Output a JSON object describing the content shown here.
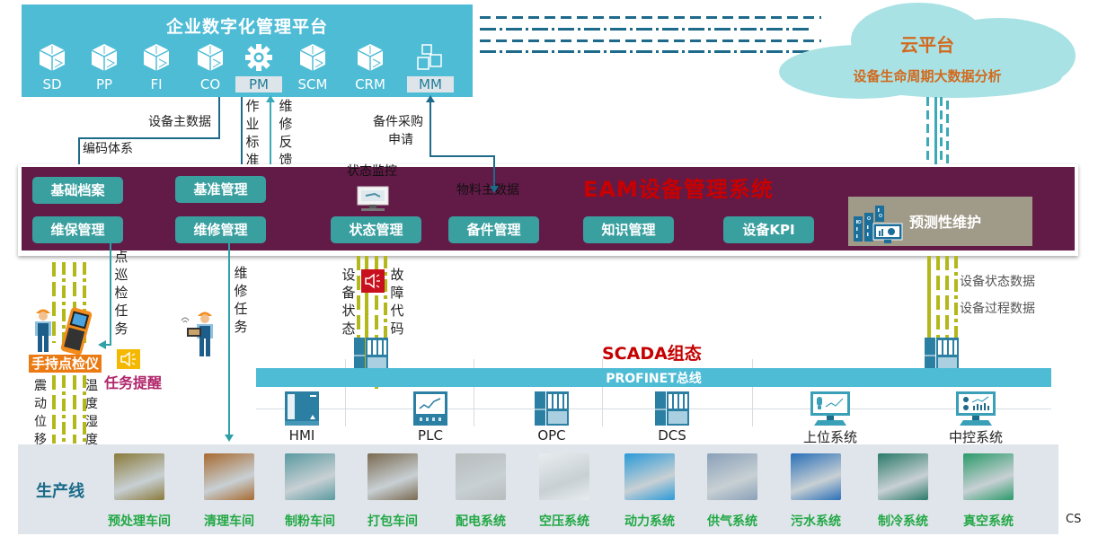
{
  "platform": {
    "title": "企业数字化管理平台",
    "modules": [
      {
        "label": "SD",
        "icon": "cube-icon",
        "highlighted": false
      },
      {
        "label": "PP",
        "icon": "cube-icon",
        "highlighted": false
      },
      {
        "label": "FI",
        "icon": "cube-icon",
        "highlighted": false
      },
      {
        "label": "CO",
        "icon": "cube-icon",
        "highlighted": false
      },
      {
        "label": "PM",
        "icon": "gear-icon",
        "highlighted": true
      },
      {
        "label": "SCM",
        "icon": "cube-icon",
        "highlighted": false
      },
      {
        "label": "CRM",
        "icon": "cube-icon",
        "highlighted": false
      },
      {
        "label": "MM",
        "icon": "blocks-icon",
        "highlighted": true
      }
    ]
  },
  "cloud": {
    "title": "云平台",
    "subtitle": "设备生命周期大数据分析"
  },
  "flows": {
    "equipment_master_data": "设备主数据",
    "coding_system": "编码体系",
    "work_standard": "作业标准",
    "repair_feedback": "维修反馈",
    "spare_purchase": "备件采购",
    "spare_purchase_2": "申请",
    "status_monitor": "状态监控",
    "material_master_data": "物料主数据",
    "inspection_task": "点巡检任务",
    "repair_task": "维修任务",
    "equipment_status": "设备状态",
    "fault_code": "故障代码",
    "vibration": "震动位移",
    "temp_humidity": "温度湿度",
    "equipment_status_data": "设备状态数据",
    "equipment_process_data": "设备过程数据"
  },
  "eam": {
    "title": "EAM设备管理系统",
    "buttons": [
      {
        "label": "基础档案"
      },
      {
        "label": "基准管理"
      },
      {
        "label": "维保管理"
      },
      {
        "label": "维修管理"
      },
      {
        "label": "状态管理"
      },
      {
        "label": "备件管理"
      },
      {
        "label": "知识管理"
      },
      {
        "label": "设备KPI"
      }
    ],
    "predictive": "预测性维护"
  },
  "field": {
    "handheld": "手持点检仪",
    "task_reminder": "任务提醒"
  },
  "scada": {
    "title": "SCADA组态",
    "bus": "PROFINET总线",
    "devices": [
      {
        "label": "HMI",
        "icon": "hmi-panel-icon"
      },
      {
        "label": "PLC",
        "icon": "plc-screen-icon"
      },
      {
        "label": "OPC",
        "icon": "io-module-icon"
      },
      {
        "label": "DCS",
        "icon": "io-module-icon"
      },
      {
        "label": "上位系统",
        "icon": "monitor-chart-icon"
      },
      {
        "label": "中控系统",
        "icon": "monitor-dashboard-icon"
      }
    ]
  },
  "production": {
    "title": "生产线",
    "items": [
      {
        "label": "预处理车间",
        "color": "#8a7a3a"
      },
      {
        "label": "清理车间",
        "color": "#a86a30"
      },
      {
        "label": "制粉车间",
        "color": "#5a9aa0"
      },
      {
        "label": "打包车间",
        "color": "#7a6a50"
      },
      {
        "label": "配电系统",
        "color": "#b8bcbc"
      },
      {
        "label": "空压系统",
        "color": "#e8ecee"
      },
      {
        "label": "动力系统",
        "color": "#2a9ad8"
      },
      {
        "label": "供气系统",
        "color": "#8aa0b8"
      },
      {
        "label": "污水系统",
        "color": "#2a70b8"
      },
      {
        "label": "制冷系统",
        "color": "#2a7a6a"
      },
      {
        "label": "真空系统",
        "color": "#2a9a6a"
      }
    ]
  },
  "footer_mark": "CS",
  "colors": {
    "platform": "#4fbcd6",
    "eam_band": "#621a47",
    "eam_button": "#3a9f9f",
    "eam_title": "#c90000",
    "cloud": "#a8e2e4",
    "cloud_text": "#d2691e",
    "production_bg": "#dfe5ea",
    "production_label": "#22a845"
  }
}
